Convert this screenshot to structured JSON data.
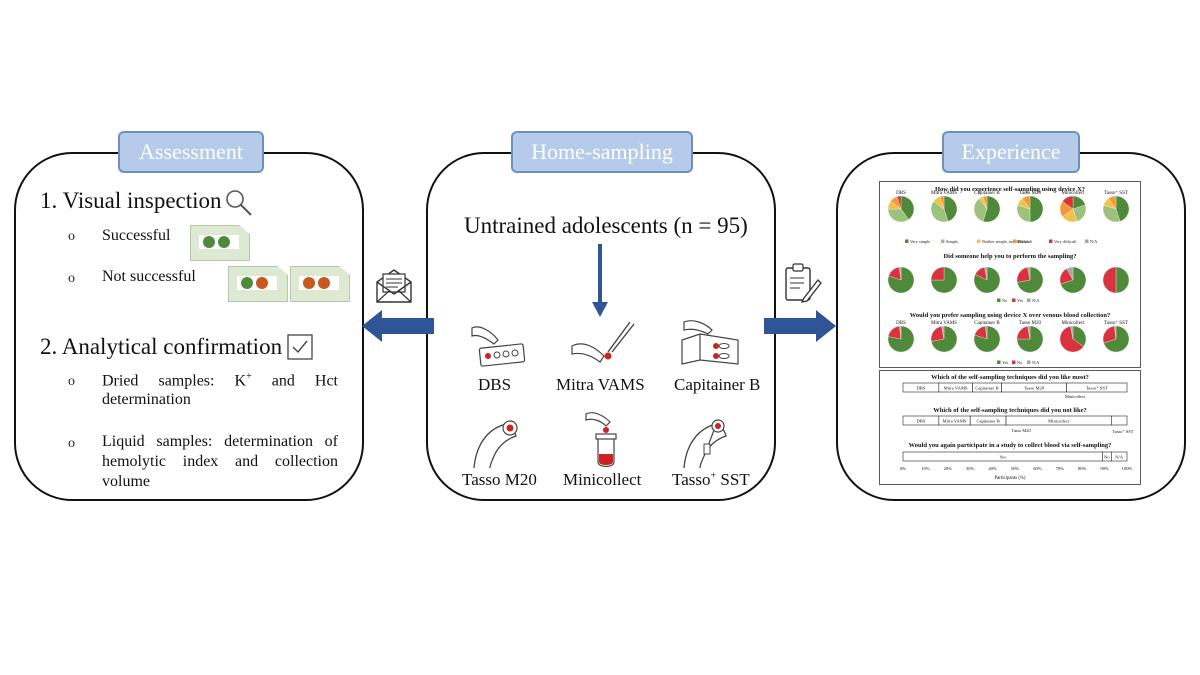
{
  "assessment": {
    "title": "Assessment",
    "visual_inspection": "1. Visual inspection",
    "successful": "Successful",
    "not_successful": "Not successful",
    "analytical_confirmation": "2. Analytical confirmation",
    "dried": "Dried samples: K",
    "dried_sup": "+",
    "dried_end": " and Hct",
    "dried_line2": "determination",
    "liquid_line1": "Liquid samples: determination of",
    "liquid_line2": "hemolytic index and collection",
    "liquid_line3": "volume",
    "bullet": "o"
  },
  "home": {
    "title": "Home-sampling",
    "subtitle": "Untrained adolescents (n = 95)",
    "devices": {
      "dbs": "DBS",
      "mitra": "Mitra VAMS",
      "capitainer": "Capitainer B",
      "tasso_m20": "Tasso M20",
      "minicollect": "Minicollect",
      "tasso_sst": "Tasso",
      "tasso_sst_sup": "+",
      "tasso_sst_end": " SST"
    }
  },
  "experience": {
    "title": "Experience",
    "q1": "How did you experience self-sampling using device X?",
    "q2": "Did someone help you to perform the sampling?",
    "q3": "Would you prefer sampling using device X over venous blood collection?",
    "q4": "Which of the self-sampling techniques did you like most?",
    "q5": "Which of the self-sampling techniques did you not like?",
    "q6": "Would you again participate in a study to collect blood via self-sampling?",
    "device_labels": [
      "DBS",
      "Mitra VAMS",
      "Capitainer B",
      "Tasso M20",
      "Minicollect",
      "Tasso⁺ SST"
    ],
    "legend1": [
      "Very simple",
      "Simple",
      "Neither simple, nor difficult",
      "Difficult",
      "Very difficult",
      "N/A"
    ],
    "legend2": [
      "No",
      "Yes",
      "N/A"
    ],
    "legend3": [
      "Yes",
      "No",
      "N/A"
    ],
    "bar_like_most": [
      "DBS",
      "Mitra VAMS",
      "Capitainer B",
      "Tasso M20",
      "Minicollect",
      "Tasso⁺ SST"
    ],
    "bar_not_like": [
      "DBS",
      "Mitra VAMS",
      "Capitainer B",
      "Tasso M20",
      "Minicollect",
      "Tasso⁺ SST"
    ],
    "bar_again": [
      "Yes",
      "No",
      "N/A"
    ],
    "axis_ticks": [
      "0%",
      "10%",
      "20%",
      "30%",
      "40%",
      "50%",
      "60%",
      "70%",
      "80%",
      "90%",
      "100%"
    ],
    "axis_label": "Participants (%)"
  },
  "colors": {
    "green_dark": "#4f8a3a",
    "green_light": "#9cc27b",
    "yellow": "#f0c24a",
    "orange": "#f29a3a",
    "red": "#d9333f",
    "grey": "#a6a6a6",
    "arrow": "#2f5597",
    "badge": "#b6cbea"
  }
}
